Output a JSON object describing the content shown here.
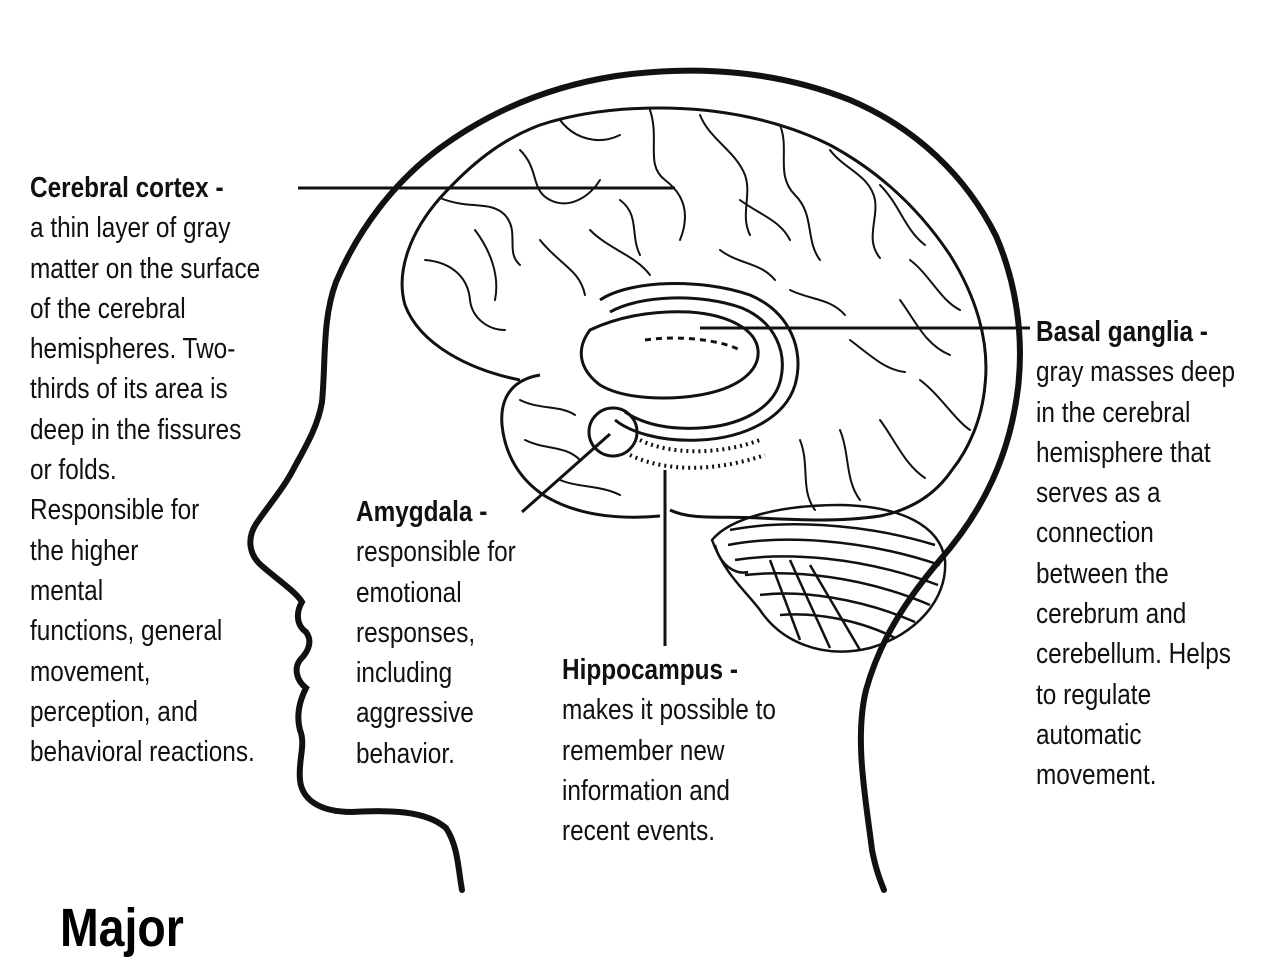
{
  "labels": {
    "cerebral_cortex": {
      "term": "Cerebral cortex -",
      "description": "a thin layer of gray\nmatter on the surface\nof the cerebral\nhemispheres. Two-\nthirds of its area is\ndeep in the fissures\nor folds.\nResponsible for\nthe higher\nmental\nfunctions, general\nmovement,\nperception, and\nbehavioral reactions."
    },
    "amygdala": {
      "term": "Amygdala -",
      "description": "responsible for\nemotional\nresponses,\nincluding\naggressive\nbehavior."
    },
    "hippocampus": {
      "term": "Hippocampus -",
      "description": "makes it possible to\nremember new\ninformation and\nrecent events."
    },
    "basal_ganglia": {
      "term": "Basal ganglia -",
      "description": "gray masses deep\nin the cerebral\nhemisphere that\nserves as a\nconnection\nbetween the\ncerebrum and\ncerebellum. Helps\nto regulate\nautomatic\nmovement."
    }
  },
  "footer_title": "Major",
  "colors": {
    "ink": "#111111",
    "background": "#ffffff"
  }
}
